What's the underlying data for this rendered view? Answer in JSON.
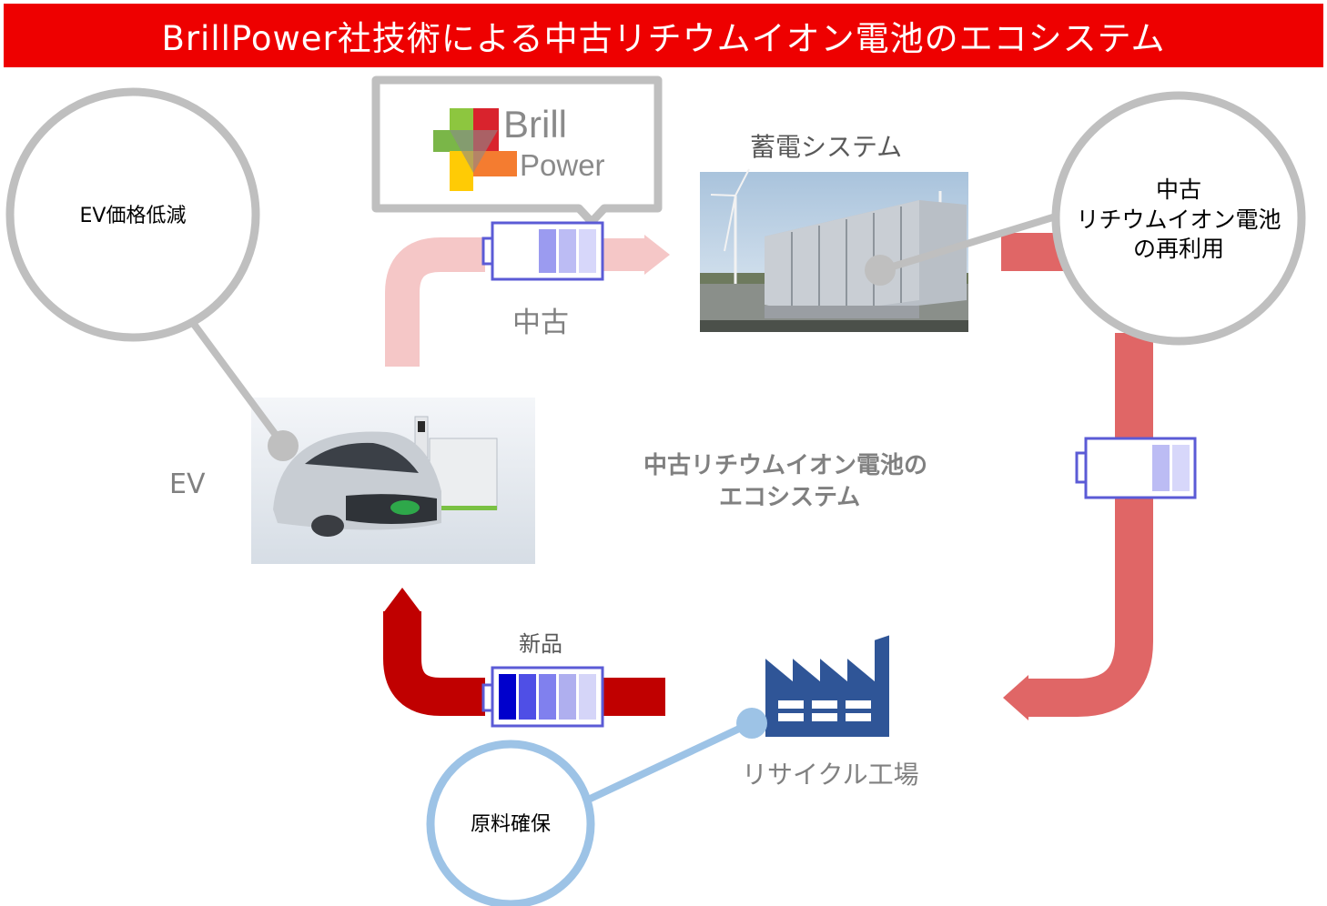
{
  "title": "BrillPower社技術による中古リチウムイオン電池のエコシステム",
  "logo": {
    "line1": "Brill",
    "line2": "Power"
  },
  "labels": {
    "storage": "蓄電システム",
    "used": "中古",
    "ev": "EV",
    "center_line1": "中古リチウムイオン電池の",
    "center_line2": "エコシステム",
    "new": "新品",
    "recycle": "リサイクル工場"
  },
  "circles": {
    "ev_price": "EV価格低減",
    "reuse_line1": "中古",
    "reuse_line2": "リチウムイオン電池",
    "reuse_line3": "の再利用",
    "materials": "原料確保"
  },
  "colors": {
    "title_bg": "#ee0000",
    "arrow_used": "#f5c7c7",
    "arrow_reuse": "#e06666",
    "arrow_new": "#c00000",
    "circle_gray": "#bfbfbf",
    "circle_blue": "#9dc3e6",
    "factory": "#2f5597"
  },
  "batteries": {
    "used": {
      "level": 0.6
    },
    "reuse": {
      "level": 0.4
    },
    "new": {
      "level": 1.0
    }
  }
}
